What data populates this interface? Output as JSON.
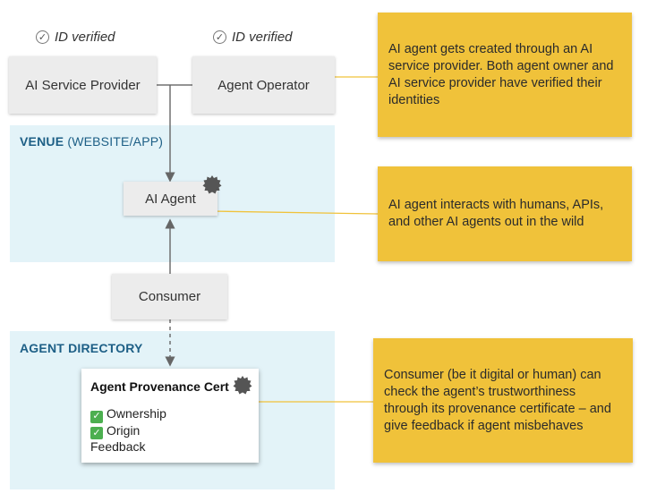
{
  "verified_left": "ID verified",
  "verified_right": "ID verified",
  "boxes": {
    "provider": "AI Service Provider",
    "operator": "Agent Operator",
    "agent": "AI Agent",
    "consumer": "Consumer"
  },
  "venue": {
    "title": "VENUE",
    "subtitle": "(WEBSITE/APP)"
  },
  "directory": {
    "title": "AGENT DIRECTORY"
  },
  "cert": {
    "title": "Agent Provenance Cert",
    "items": [
      "Ownership",
      "Origin"
    ],
    "feedback": "Feedback"
  },
  "notes": {
    "creation": "AI agent gets created through an AI service provider. Both agent owner and AI service provider have verified their identities",
    "interaction": "AI agent interacts with humans, APIs, and other AI agents out in the wild",
    "consumer": "Consumer (be it digital or human) can check the agent’s trustworthiness through its provenance certificate  – and give feedback if agent misbehaves"
  },
  "colors": {
    "zone": "#e3f3f8",
    "zone_title": "#1d5f86",
    "note": "#f0c23a",
    "box": "#ececec"
  }
}
